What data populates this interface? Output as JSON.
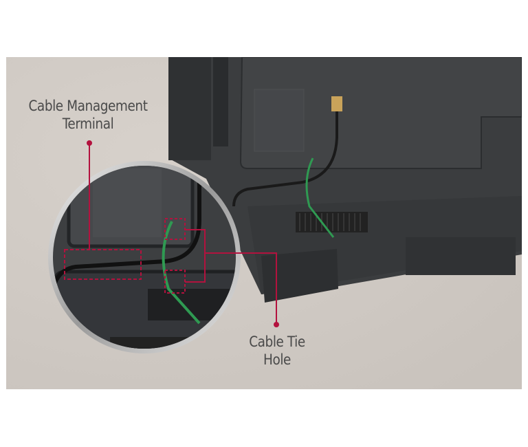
{
  "labels": {
    "cable_management": [
      "Cable Management",
      "Terminal"
    ],
    "cable_tie": [
      "Cable Tie",
      "Hole"
    ]
  },
  "colors": {
    "background_wall": "#d1cbc5",
    "tv_body": "#3b3d3f",
    "callout_red": "#b3123e",
    "cable_tie_green": "#2f9a52",
    "text": "#4a4a4a"
  }
}
